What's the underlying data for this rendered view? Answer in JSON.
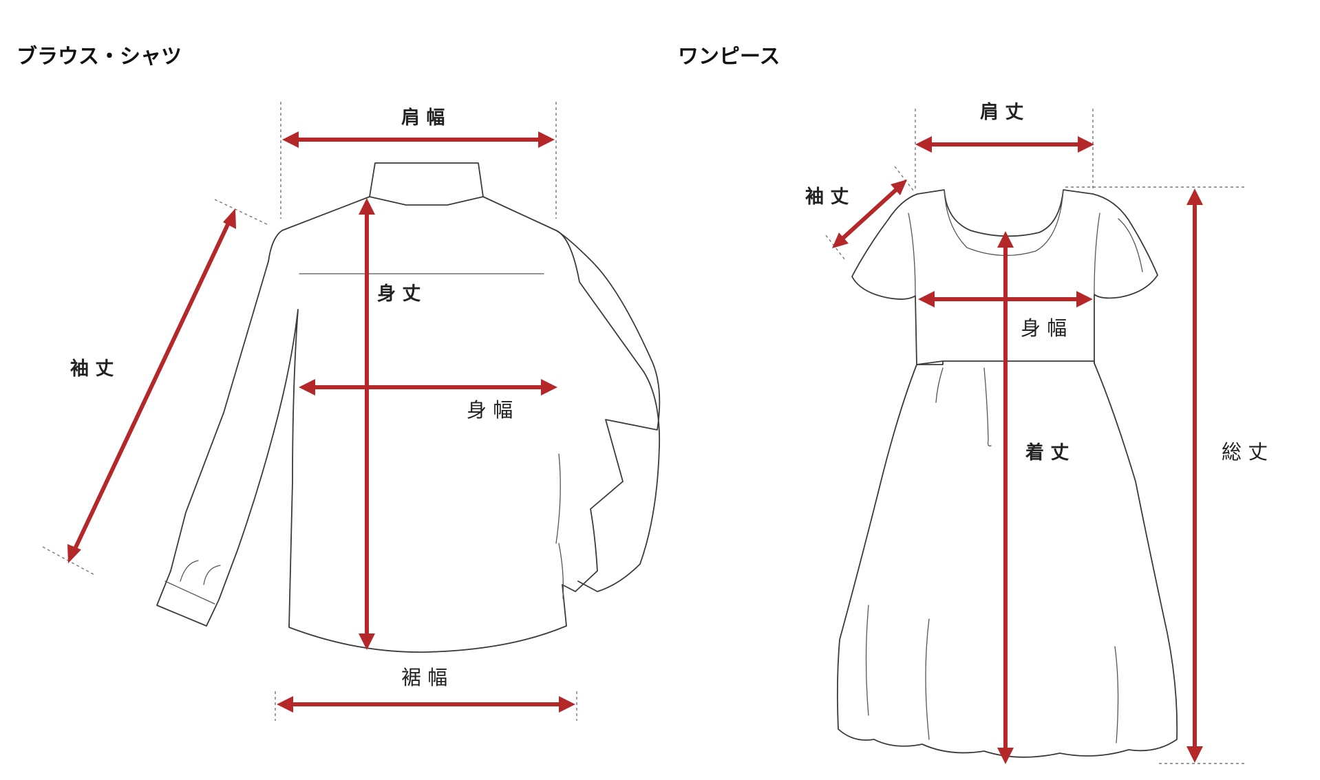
{
  "blouse": {
    "title": "ブラウス・シャツ",
    "labels": {
      "shoulder_width": "肩 幅",
      "body_length": "身 丈",
      "body_width": "身 幅",
      "sleeve_length": "袖 丈",
      "hem_width": "裾 幅"
    }
  },
  "dress": {
    "title": "ワンピース",
    "labels": {
      "shoulder_width": "肩 丈",
      "sleeve_length": "袖 丈",
      "body_width": "身 幅",
      "garment_length": "着 丈",
      "total_length": "総 丈"
    }
  },
  "colors": {
    "arrow": "#b4282a",
    "outline": "#3a3a3a",
    "guide": "#777777"
  }
}
